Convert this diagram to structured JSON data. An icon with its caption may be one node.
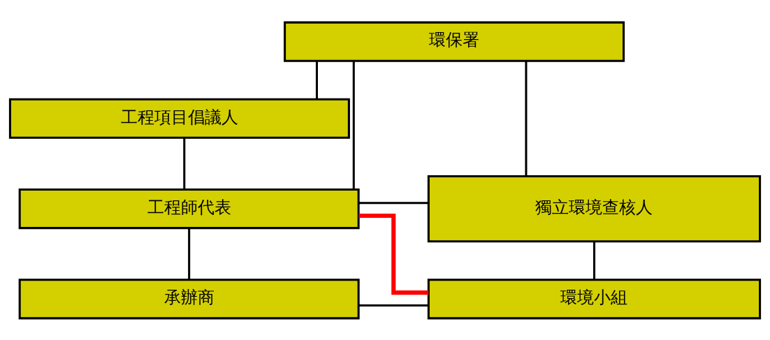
{
  "diagram": {
    "nodes": [
      {
        "text": [
          "環保署"
        ]
      },
      {
        "text": [
          "工程項目倡議人"
        ]
      },
      {
        "text": [
          "工程師代表"
        ]
      },
      {
        "text": [
          "獨立環境查核人"
        ]
      },
      {
        "text": [
          "承辦商"
        ]
      },
      {
        "text": [
          "環境小組"
        ]
      }
    ],
    "edges": [
      {
        "from": 0,
        "to": 1,
        "arrow": "none"
      },
      {
        "from": 1,
        "to": 2,
        "arrow": "none"
      },
      {
        "from": 0,
        "to": 2,
        "arrow": "none"
      },
      {
        "from": 0,
        "to": 3,
        "arrow": "none"
      },
      {
        "from": 2,
        "to": 3,
        "arrow": "none"
      },
      {
        "from": 2,
        "to": 4,
        "arrow": "none"
      },
      {
        "from": 2,
        "to": 5,
        "arrow": "none",
        "style": "thick",
        "color": "#ff0000"
      },
      {
        "from": 3,
        "to": 5,
        "arrow": "none"
      },
      {
        "from": 4,
        "to": 5,
        "arrow": "none"
      }
    ]
  }
}
